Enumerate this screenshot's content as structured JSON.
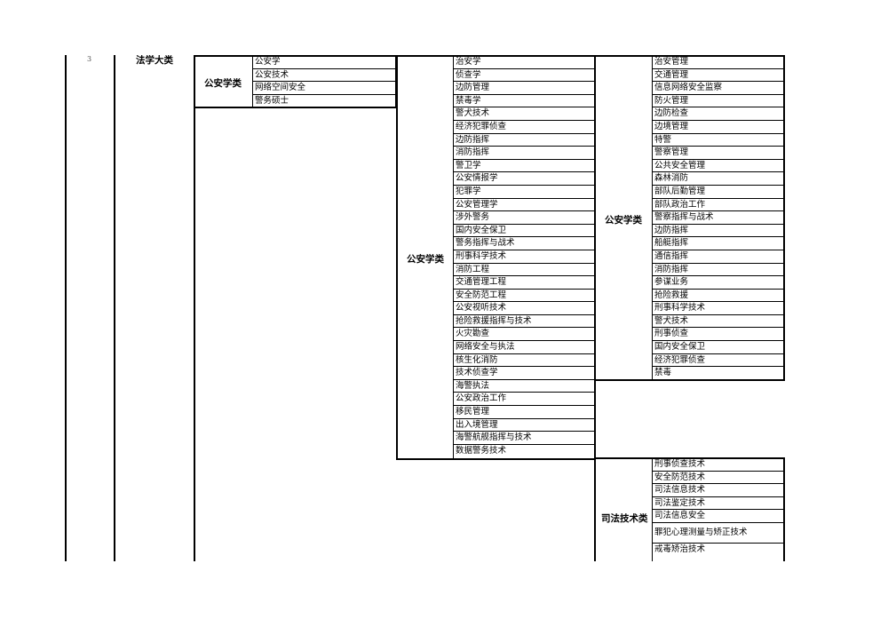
{
  "row": {
    "index": "3",
    "category": "法学大类"
  },
  "col1": {
    "label": "公安学类",
    "items": [
      "公安学",
      "公安技术",
      "网络空间安全",
      "警务硕士"
    ]
  },
  "col2": {
    "label": "公安学类",
    "items": [
      "治安学",
      "侦查学",
      "边防管理",
      "禁毒学",
      "警犬技术",
      "经济犯罪侦查",
      "边防指挥",
      "消防指挥",
      "警卫学",
      "公安情报学",
      "犯罪学",
      "公安管理学",
      "涉外警务",
      "国内安全保卫",
      "警务指挥与战术",
      "刑事科学技术",
      "消防工程",
      "交通管理工程",
      "安全防范工程",
      "公安视听技术",
      "抢险救援指挥与技术",
      "火灾勘查",
      "网络安全与执法",
      "核生化消防",
      "技术侦查学",
      "海警执法",
      "公安政治工作",
      "移民管理",
      "出入境管理",
      "海警航舰指挥与技术",
      "数据警务技术"
    ]
  },
  "col3": {
    "label": "公安学类",
    "items": [
      "治安管理",
      "交通管理",
      "信息网络安全监察",
      "防火管理",
      "边防检查",
      "边境管理",
      "特警",
      "警察管理",
      "公共安全管理",
      "森林消防",
      "部队后勤管理",
      "部队政治工作",
      "警察指挥与战术",
      "边防指挥",
      "船艇指挥",
      "通信指挥",
      "消防指挥",
      "参谋业务",
      "抢险救援",
      "刑事科学技术",
      "警犬技术",
      "刑事侦查",
      "国内安全保卫",
      "经济犯罪侦查",
      "禁毒"
    ]
  },
  "col4": {
    "label": "司法技术类",
    "items": [
      "刑事侦查技术",
      "安全防范技术",
      "司法信息技术",
      "司法鉴定技术",
      "司法信息安全",
      "罪犯心理测量与矫正技术",
      "戒毒矫治技术"
    ]
  }
}
